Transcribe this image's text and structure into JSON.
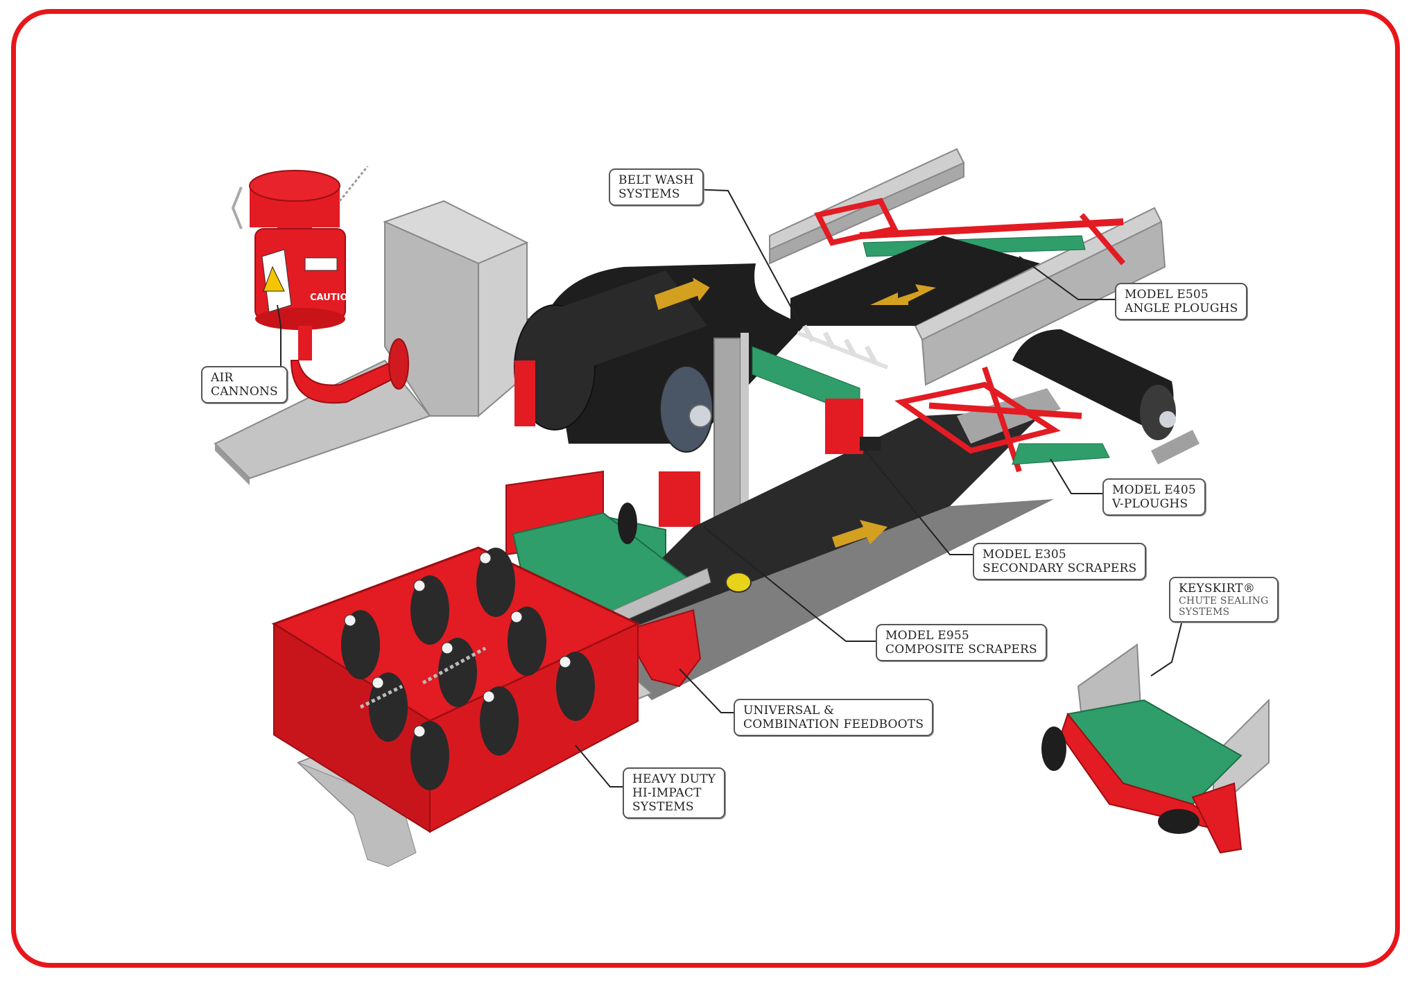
{
  "colors": {
    "frame": "#e8161b",
    "frame_red": "#e31b23",
    "belt": "#1e1e1e",
    "panel_green": "#2f9e6a",
    "steel": "#9a9a9a",
    "arrow": "#d4a020"
  },
  "callouts": {
    "belt_wash": {
      "line1": "BELT WASH",
      "line2": "SYSTEMS"
    },
    "air_cannons": {
      "line1": "AIR",
      "line2": "CANNONS"
    },
    "e505": {
      "line1": "MODEL E505",
      "line2": "ANGLE PLOUGHS"
    },
    "e405": {
      "line1": "MODEL E405",
      "line2": "V-PLOUGHS"
    },
    "e305": {
      "line1": "MODEL E305",
      "line2": "SECONDARY SCRAPERS"
    },
    "e955": {
      "line1": "MODEL E955",
      "line2": "COMPOSITE SCRAPERS"
    },
    "keyskirt": {
      "line1": "KEYSKIRT®",
      "line2": "CHUTE SEALING",
      "line3": "SYSTEMS"
    },
    "feedboots": {
      "line1": "UNIVERSAL &",
      "line2": "COMBINATION FEEDBOOTS"
    },
    "hi_impact": {
      "line1": "HEAVY DUTY",
      "line2": "HI-IMPACT",
      "line3": "SYSTEMS"
    }
  },
  "labels": {
    "cannon_caution": "CAUTION"
  }
}
